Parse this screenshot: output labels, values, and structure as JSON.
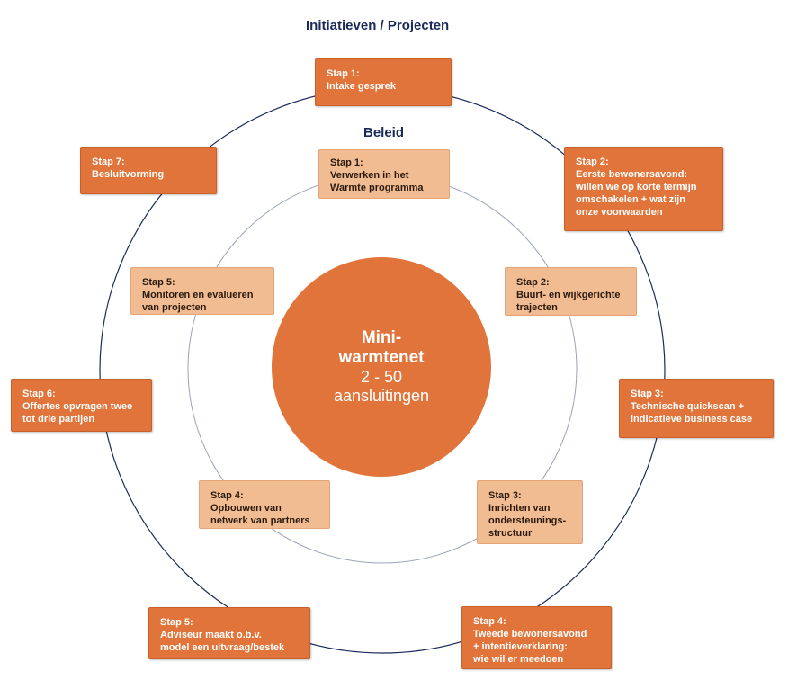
{
  "titles": {
    "outer": "Initiatieven / Projecten",
    "inner": "Beleid"
  },
  "center": {
    "line1": "Mini-",
    "line2": "warmtenet",
    "line3": "2 - 50",
    "line4": "aansluitingen"
  },
  "colors": {
    "dark_orange": "#e0743a",
    "light_orange": "#f2bc92",
    "outer_ring": "#1a2a5a",
    "inner_ring": "#9aa3b5"
  },
  "outer_steps": [
    {
      "step": "Stap 1:",
      "lines": [
        "Intake gesprek"
      ]
    },
    {
      "step": "Stap 2:",
      "lines": [
        "Eerste bewonersavond:",
        "willen we op korte termijn",
        "omschakelen + wat zijn",
        "onze voorwaarden"
      ]
    },
    {
      "step": "Stap 3:",
      "lines": [
        "Technische quickscan +",
        "indicatieve business case"
      ]
    },
    {
      "step": "Stap 4:",
      "lines": [
        "Tweede bewonersavond",
        "+ intentieverklaring:",
        "wie wil er meedoen"
      ]
    },
    {
      "step": "Stap 5:",
      "lines": [
        "Adviseur maakt o.b.v.",
        "model een uitvraag/bestek"
      ]
    },
    {
      "step": "Stap 6:",
      "lines": [
        "Offertes opvragen twee",
        "tot drie partijen"
      ]
    },
    {
      "step": "Stap 7:",
      "lines": [
        "Besluitvorming"
      ]
    }
  ],
  "inner_steps": [
    {
      "step": "Stap 1:",
      "lines": [
        "Verwerken in het",
        "Warmte programma"
      ]
    },
    {
      "step": "Stap 2:",
      "lines": [
        "Buurt- en wijkgerichte",
        "trajecten"
      ]
    },
    {
      "step": "Stap 3:",
      "lines": [
        "Inrichten van",
        "ondersteunings-",
        "structuur"
      ]
    },
    {
      "step": "Stap 4:",
      "lines": [
        "Opbouwen van",
        "netwerk van partners"
      ]
    },
    {
      "step": "Stap 5:",
      "lines": [
        "Monitoren en evalueren",
        "van projecten"
      ]
    }
  ]
}
